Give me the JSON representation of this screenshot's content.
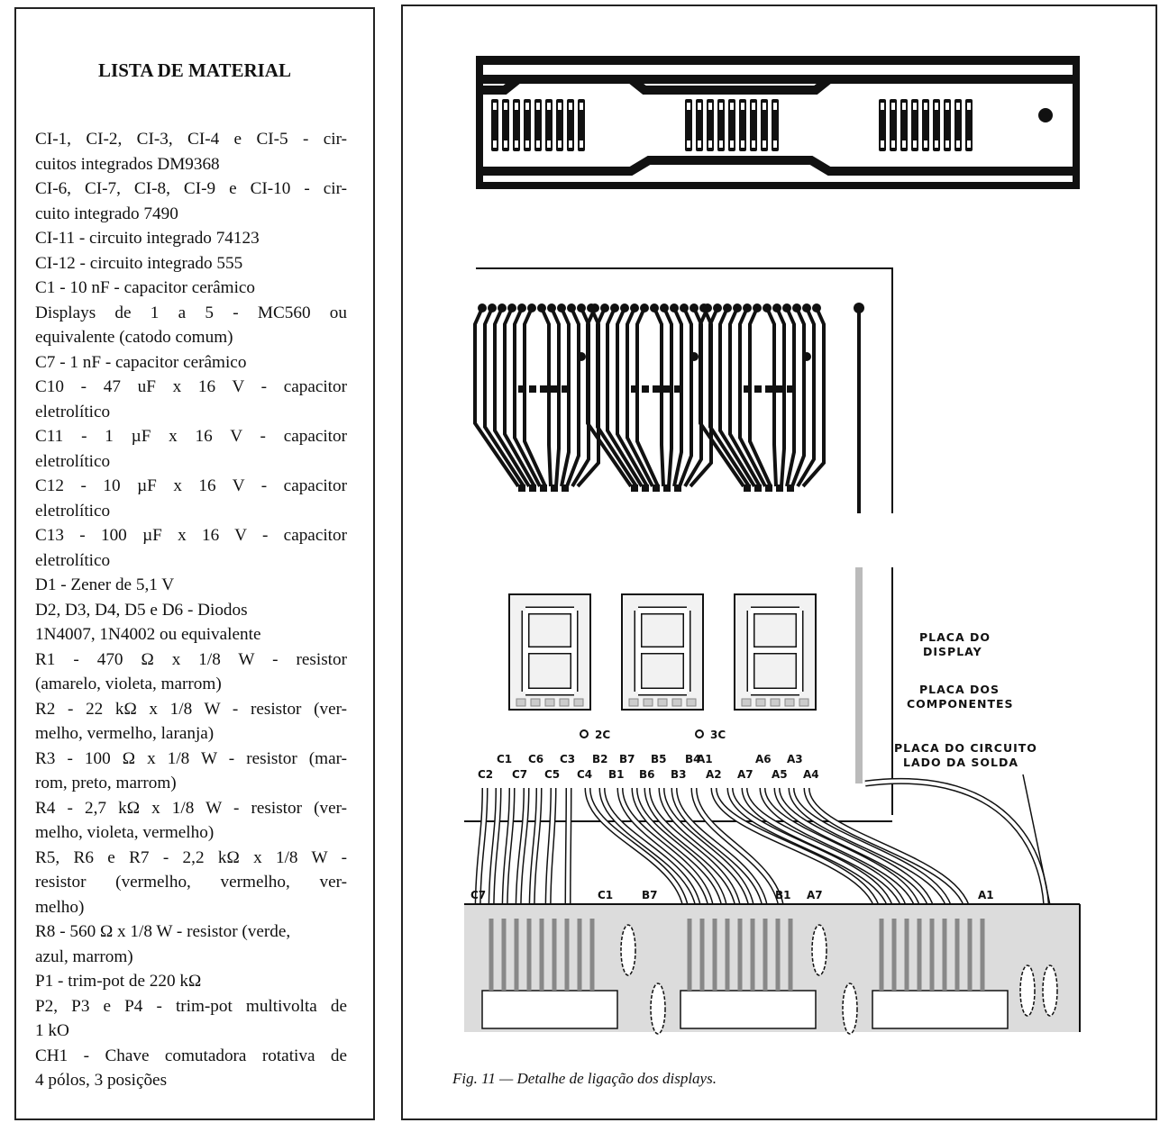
{
  "material_list": {
    "title": "LISTA DE MATERIAL",
    "lines": [
      "CI-1, CI-2, CI-3, CI-4 e CI-5 - cir-",
      "cuitos integrados DM9368",
      "CI-6, CI-7, CI-8, CI-9 e CI-10 - cir-",
      "cuito integrado 7490",
      "CI-11 - circuito integrado 74123",
      "CI-12 - circuito integrado 555",
      "C1 - 10 nF - capacitor cerâmico",
      "Displays de 1 a 5 - MC560 ou",
      "equivalente (catodo comum)",
      "C7 - 1 nF - capacitor cerâmico",
      "C10 - 47 uF x 16 V - capacitor",
      "eletrolítico",
      "C11 - 1 µF x 16 V - capacitor",
      "eletrolítico",
      "C12 - 10 µF x 16 V - capacitor",
      "eletrolítico",
      "C13 - 100 µF x 16 V - capacitor",
      "eletrolítico",
      "D1 - Zener de 5,1 V",
      "D2, D3, D4, D5 e D6 - Diodos",
      "1N4007, 1N4002 ou equivalente",
      "R1 - 470 Ω x 1/8 W - resistor",
      "(amarelo, violeta, marrom)",
      "R2 - 22 kΩ x 1/8 W - resistor (ver-",
      "melho, vermelho, laranja)",
      "R3 - 100 Ω x 1/8 W - resistor (mar-",
      "rom, preto, marrom)",
      "R4 - 2,7 kΩ x 1/8 W - resistor (ver-",
      "melho, violeta, vermelho)",
      "R5, R6 e R7 - 2,2 kΩ x 1/8 W -",
      "resistor (vermelho, vermelho, ver-",
      "melho)",
      "R8 - 560 Ω x 1/8 W - resistor (verde,",
      "azul, marrom)",
      "P1 - trim-pot de 220 kΩ",
      "P2, P3 e P4 - trim-pot multivolta de",
      "1 kO",
      "CH1 - Chave comutadora rotativa de",
      "4 pólos, 3 posições"
    ]
  },
  "figure": {
    "labels": {
      "display_board_1": "PLACA DO",
      "display_board_2": "DISPLAY",
      "component_board_1": "PLACA DOS",
      "component_board_2": "COMPONENTES",
      "solder_side_1": "PLACA DO CIRCUITO",
      "solder_side_2": "LADO DA SOLDA",
      "c2": "2C",
      "c3": "3C"
    },
    "pins_top": [
      "C1",
      "C6",
      "C3",
      "B2",
      "B7",
      "B5",
      "B4",
      "A1",
      "A6",
      "A3"
    ],
    "pins_bottom": [
      "C2",
      "C7",
      "C5",
      "C4",
      "B1",
      "B6",
      "B3",
      "A2",
      "A7",
      "A5",
      "A4"
    ],
    "pins_board": [
      "C7",
      "C1",
      "B7",
      "B1",
      "A7",
      "A1"
    ],
    "caption": "Fig. 11 — Detalhe de ligação dos displays."
  }
}
